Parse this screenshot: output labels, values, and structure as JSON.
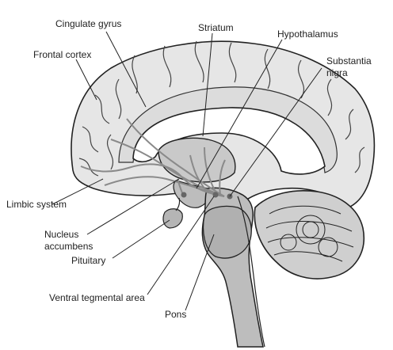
{
  "diagram": {
    "labels": {
      "cingulate_gyrus": "Cingulate gyrus",
      "frontal_cortex": "Frontal cortex",
      "striatum": "Striatum",
      "hypothalamus": "Hypothalamus",
      "substantia_nigra_line1": "Substantia",
      "substantia_nigra_line2": "nigra",
      "limbic_system": "Limbic system",
      "nucleus_accumbens_line1": "Nucleus",
      "nucleus_accumbens_line2": "accumbens",
      "pituitary": "Pituitary",
      "ventral_tegmental_area": "Ventral tegmental area",
      "pons": "Pons"
    },
    "colors": {
      "cortex_fill": "#e6e6e6",
      "corpus_callosum_fill": "#ffffff",
      "deep_structure_fill": "#c9c9c9",
      "pathway_stroke": "#8a8a8a",
      "outline": "#222222"
    }
  }
}
